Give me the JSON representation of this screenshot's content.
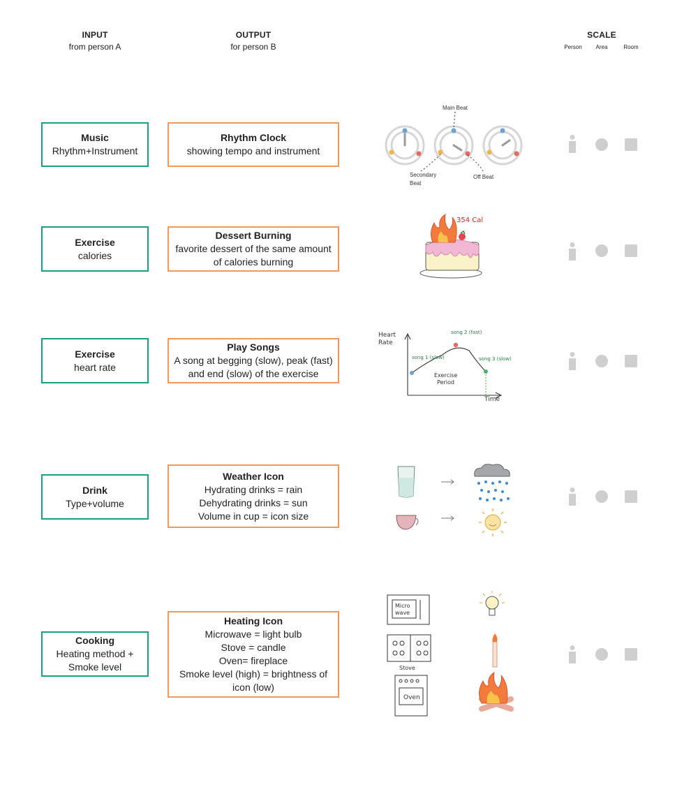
{
  "header": {
    "input_title": "INPUT",
    "input_sub": "from person A",
    "output_title": "OUTPUT",
    "output_sub": "for person B",
    "scale_title": "SCALE",
    "scale_person": "Person",
    "scale_area": "Area",
    "scale_room": "Room"
  },
  "rows": [
    {
      "input": {
        "title": "Music",
        "lines": [
          "Rhythm+Instrument"
        ]
      },
      "output": {
        "title": "Rhythm Clock",
        "lines": [
          "showing tempo and instrument"
        ]
      },
      "annotations": {
        "main": "Main Beat",
        "secondary_1": "Secondary",
        "secondary_2": "Beat",
        "off": "Off Beat"
      }
    },
    {
      "input": {
        "title": "Exercise",
        "lines": [
          "calories"
        ]
      },
      "output": {
        "title": "Dessert Burning",
        "lines": [
          "favorite dessert of the same amount",
          "of calories burning"
        ]
      },
      "annotations": {
        "cal": "354 Cal"
      }
    },
    {
      "input": {
        "title": "Exercise",
        "lines": [
          "heart rate"
        ]
      },
      "output": {
        "title": "Play Songs",
        "lines": [
          "A song at begging (slow), peak (fast)",
          "and end (slow) of the exercise"
        ]
      },
      "annotations": {
        "y1": "Heart",
        "y2": "Rate",
        "song1": "song 1 (slow)",
        "song2": "song 2 (fast)",
        "song3": "song 3 (slow)",
        "period1": "Exercise",
        "period2": "Period",
        "time": "Time"
      }
    },
    {
      "input": {
        "title": "Drink",
        "lines": [
          "Type+volume"
        ]
      },
      "output": {
        "title": "Weather Icon",
        "lines": [
          "Hydrating drinks = rain",
          "Dehydrating drinks = sun",
          "Volume in cup = icon size"
        ]
      },
      "annotations": {}
    },
    {
      "input": {
        "title": "Cooking",
        "lines": [
          "Heating method +",
          "Smoke level"
        ]
      },
      "output": {
        "title": "Heating Icon",
        "lines": [
          "Microwave = light bulb",
          "Stove = candle",
          "Oven= fireplace",
          "Smoke level (high) = brightness of",
          "icon (low)"
        ]
      },
      "annotations": {
        "microwave_1": "Micro",
        "microwave_2": "wave",
        "stove": "Stove",
        "oven": "Oven"
      }
    }
  ],
  "colors": {
    "input_border": "#1a9e84",
    "output_border": "#ef9a5a",
    "scale_icon": "#cfcfcf"
  },
  "icons": {
    "person": "person-icon",
    "area": "circle-icon",
    "room": "square-icon"
  }
}
